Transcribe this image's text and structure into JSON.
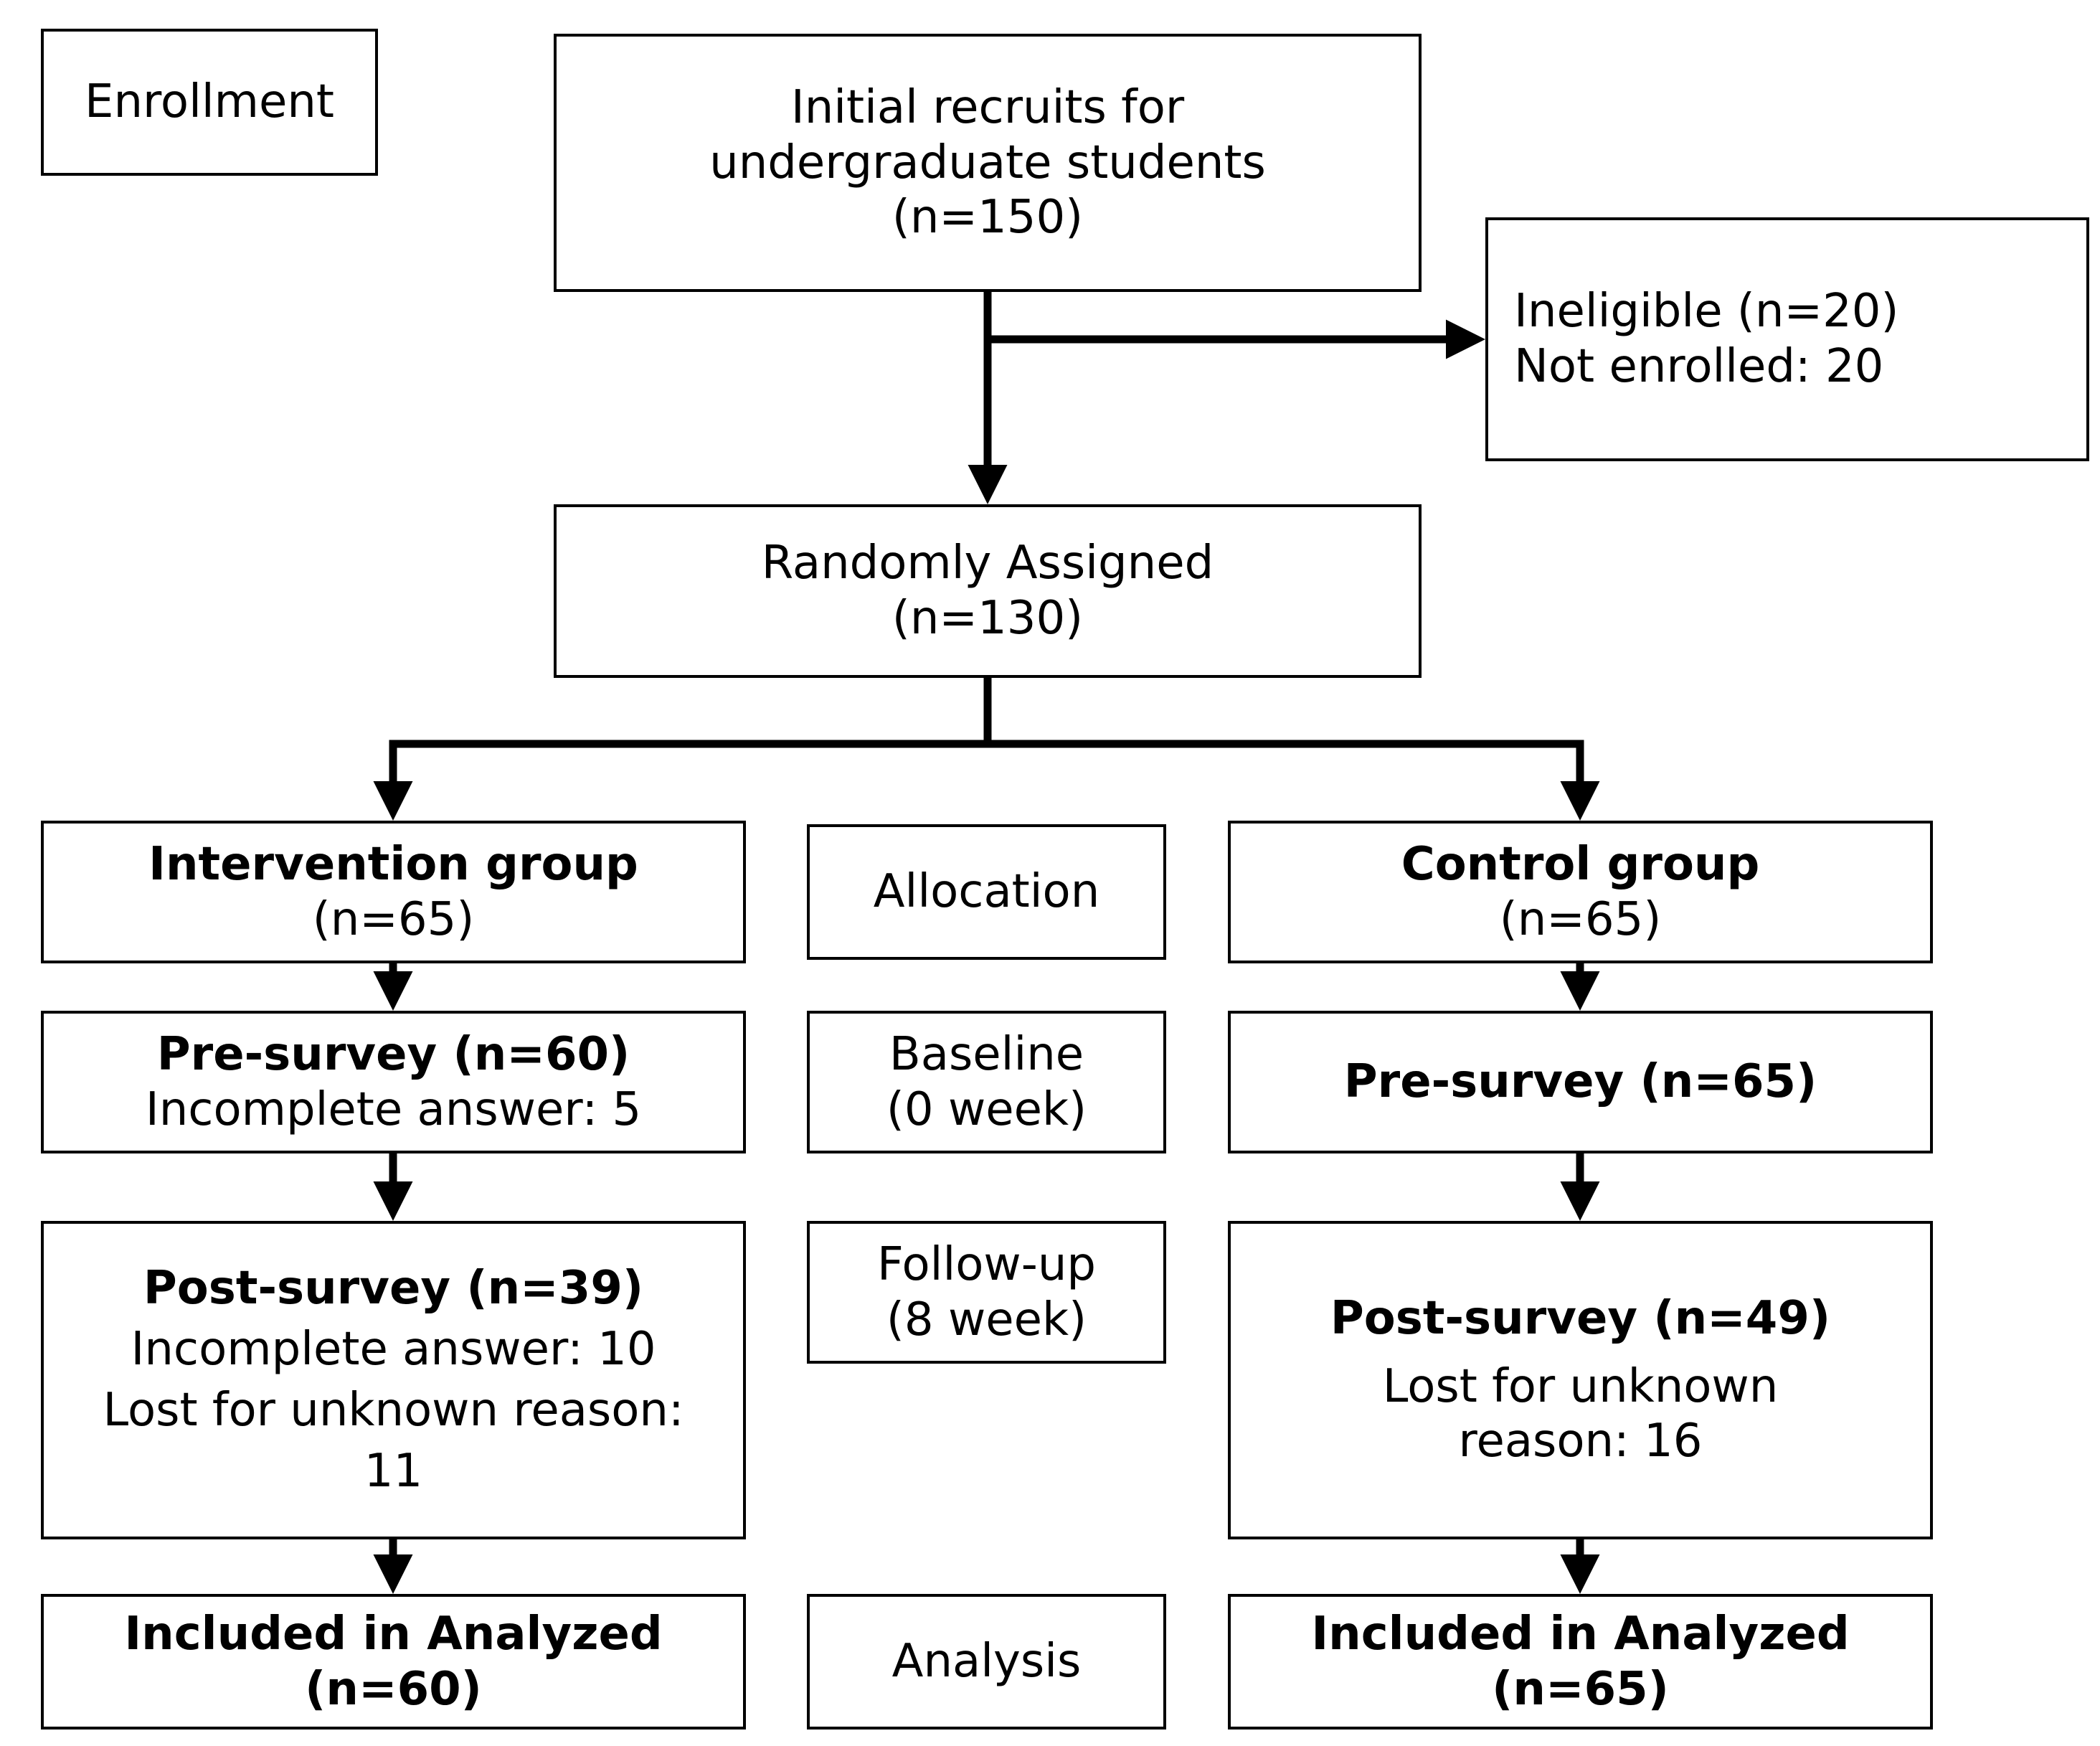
{
  "colors": {
    "box_border": "#000000",
    "background": "#ffffff",
    "text": "#000000",
    "arrow": "#000000"
  },
  "flowchart": {
    "enrollment": {
      "label": "Enrollment"
    },
    "initial_recruits": {
      "line1": "Initial recruits for",
      "line2": "undergraduate students",
      "n": "(n=150)"
    },
    "ineligible": {
      "line1": "Ineligible (n=20)",
      "line2": "Not enrolled: 20"
    },
    "randomly_assigned": {
      "line1": "Randomly Assigned",
      "n": "(n=130)"
    },
    "intervention_group": {
      "title": "Intervention group",
      "n": "(n=65)"
    },
    "allocation": {
      "label": "Allocation"
    },
    "control_group": {
      "title": "Control group",
      "n": "(n=65)"
    },
    "pre_survey_intervention": {
      "title": "Pre-survey (n=60)",
      "note": "Incomplete answer: 5"
    },
    "baseline": {
      "line1": "Baseline",
      "line2": "(0 week)"
    },
    "pre_survey_control": {
      "title": "Pre-survey (n=65)"
    },
    "post_survey_intervention": {
      "title": "Post-survey (n=39)",
      "note1": "Incomplete answer: 10",
      "note2_line1": "Lost for unknown reason:",
      "note2_line2": "11"
    },
    "follow_up": {
      "line1": "Follow-up",
      "line2": "(8 week)"
    },
    "post_survey_control": {
      "title": "Post-survey (n=49)",
      "note_line1": "Lost for unknown",
      "note_line2": "reason: 16"
    },
    "analyzed_intervention": {
      "title": "Included in Analyzed",
      "n": "(n=60)"
    },
    "analysis": {
      "label": "Analysis"
    },
    "analyzed_control": {
      "title": "Included in Analyzed",
      "n": "(n=65)"
    }
  }
}
